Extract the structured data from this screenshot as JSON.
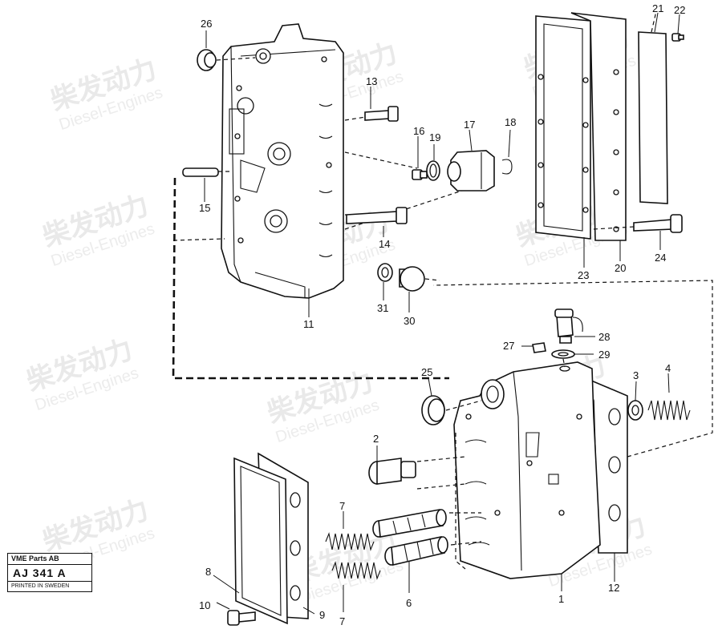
{
  "stamp": {
    "line1": "VME Parts AB",
    "line2": "AJ 341  A",
    "line3": "PRINTED IN SWEDEN"
  },
  "watermark": {
    "cn": "柴发动力",
    "en": "Diesel-Engines"
  },
  "callouts": [
    "26",
    "13",
    "16",
    "19",
    "17",
    "18",
    "15",
    "14",
    "31",
    "30",
    "11",
    "21",
    "22",
    "23",
    "20",
    "24",
    "28",
    "27",
    "29",
    "25",
    "3",
    "4",
    "2",
    "7",
    "8",
    "9",
    "10",
    "6",
    "1",
    "12"
  ]
}
